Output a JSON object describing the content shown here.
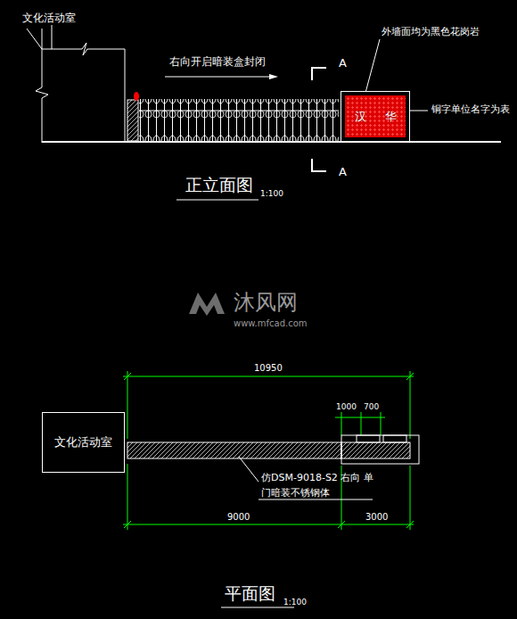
{
  "diagram": {
    "nodes": [
      {
        "text": [
          "汉",
          "华"
        ]
      },
      {
        "text": [
          "文化活动室"
        ]
      }
    ],
    "labels": [
      "文化活动室",
      "右向开启暗装盒封闭",
      "A",
      "A",
      "外墙面均为黑色花岗岩",
      "铜字单位名字为表",
      "正立面图",
      "1:100",
      "沐风网",
      "www.mfcad.com",
      "10950",
      "1000",
      "700",
      "仿DSM-9018-S2 右向 单门暗装不锈钢体",
      "9000",
      "3000",
      "平面图",
      "1:100"
    ]
  }
}
